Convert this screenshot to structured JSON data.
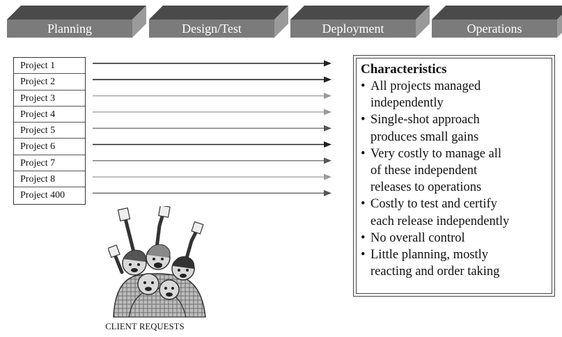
{
  "phases": [
    {
      "label": "Planning"
    },
    {
      "label": "Design/Test"
    },
    {
      "label": "Deployment"
    },
    {
      "label": "Operations"
    }
  ],
  "projects": [
    {
      "label": "Project 1",
      "arrow_tone": "dark"
    },
    {
      "label": "Project 2",
      "arrow_tone": "dark"
    },
    {
      "label": "Project 3",
      "arrow_tone": "light"
    },
    {
      "label": "Project 4",
      "arrow_tone": "light"
    },
    {
      "label": "Project 5",
      "arrow_tone": "medium"
    },
    {
      "label": "Project 6",
      "arrow_tone": "dark"
    },
    {
      "label": "Project 7",
      "arrow_tone": "medium"
    },
    {
      "label": "Project 8",
      "arrow_tone": "light"
    },
    {
      "label": "Project 400",
      "arrow_tone": "medium"
    }
  ],
  "characteristics": {
    "title": "Characteristics",
    "items": [
      {
        "line1": "All projects managed",
        "line2": "independently"
      },
      {
        "line1": "Single-shot approach",
        "line2": "produces small gains"
      },
      {
        "line1": "Very costly to manage all",
        "line2": "of these independent",
        "line3": "releases to operations"
      },
      {
        "line1": "Costly to test and certify",
        "line2": "each release independently"
      },
      {
        "line1": "No overall control"
      },
      {
        "line1": "Little planning, mostly",
        "line2": "reacting and order taking"
      }
    ]
  },
  "client": {
    "caption": "CLIENT REQUESTS"
  },
  "colors": {
    "phase_fill": "#7b7b7b",
    "phase_top": "#4a4a4a",
    "phase_side": "#9a9a9a",
    "arrow_dark": "#222222",
    "arrow_medium": "#555555",
    "arrow_light": "#9a9a9a"
  }
}
